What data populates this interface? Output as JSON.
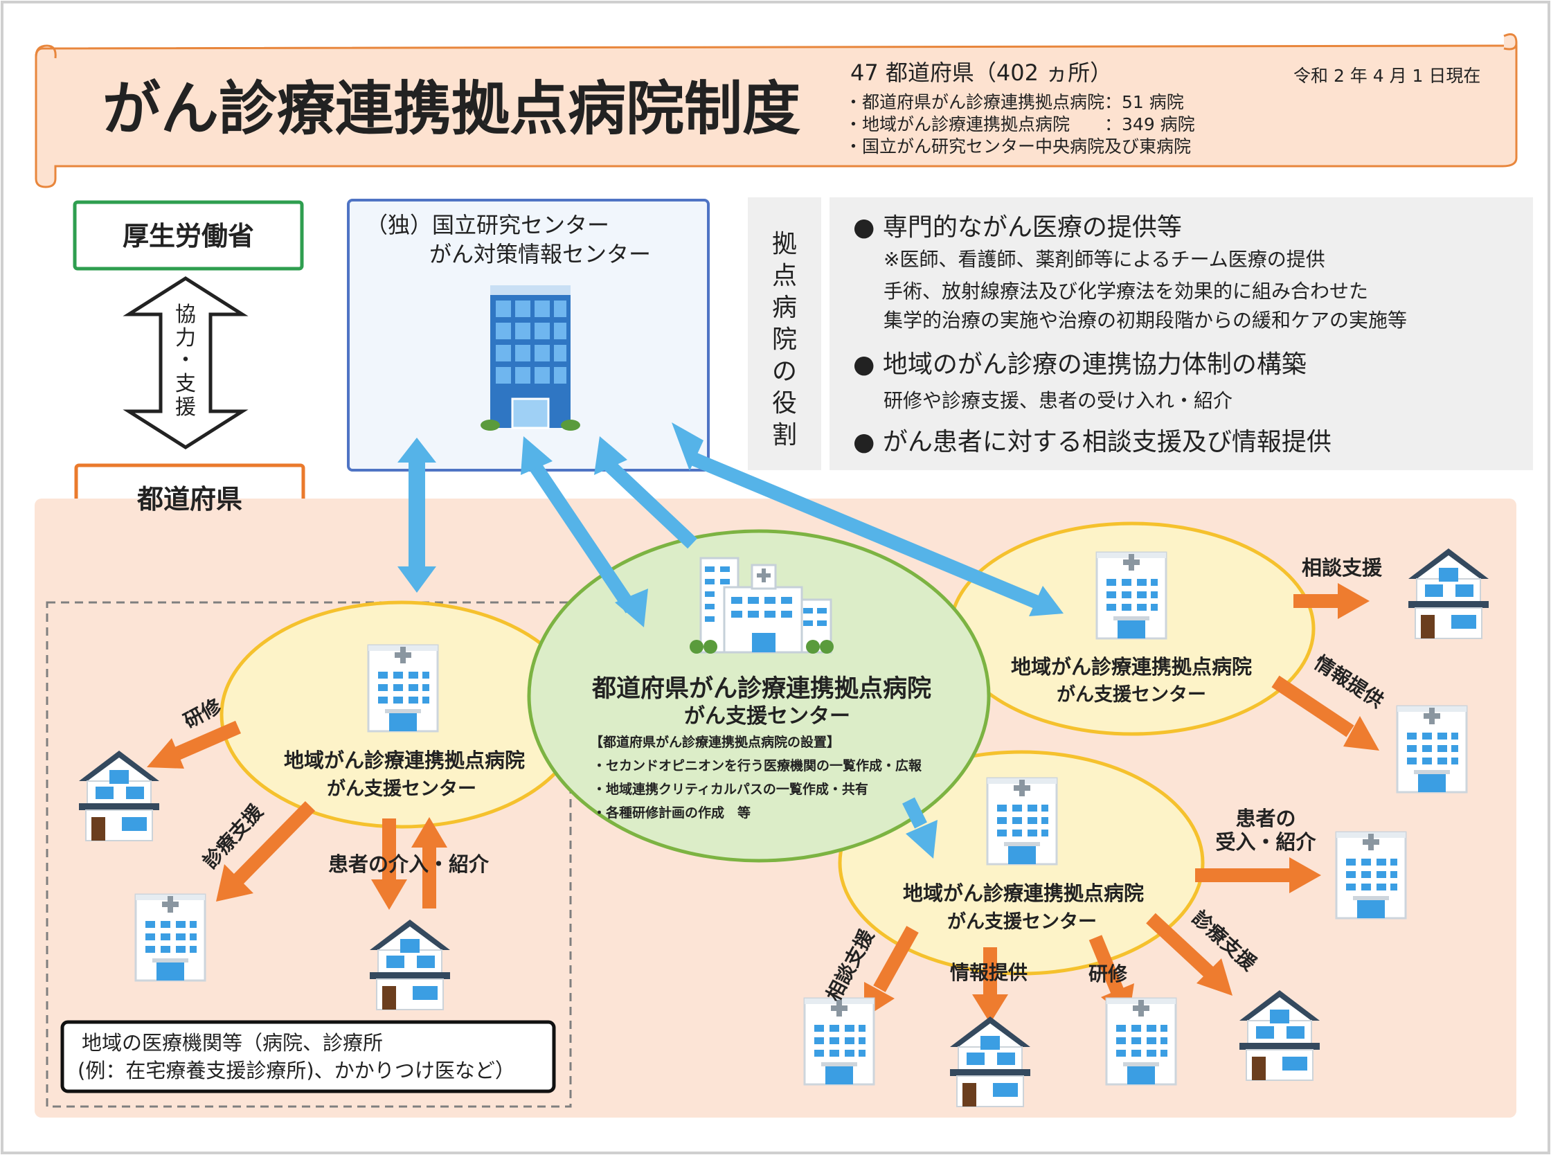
{
  "header": {
    "title": "がん診療連携拠点病院制度",
    "total": "47 都道府県（402 ヵ所）",
    "items": [
      "・都道府県がん診療連携拠点病院：51 病院",
      "・地域がん診療連携拠点病院　　：349 病院",
      "・国立がん研究センター中央病院及び東病院"
    ],
    "date": "令和 2 年 4 月 1 日現在"
  },
  "mhlw": "厚生労働省",
  "prefecture": "都道府県",
  "cooperation": [
    "協",
    "力",
    "・",
    "支",
    "援"
  ],
  "ncc": {
    "line1": "（独）国立研究センター",
    "line2": "がん対策情報センター"
  },
  "roles": {
    "vertical_label": [
      "拠",
      "点",
      "病",
      "院",
      "の",
      "役",
      "割"
    ],
    "r1": "● 専門的ながん医療の提供等",
    "r1_note": "※医師、看護師、薬剤師等によるチーム医療の提供",
    "r1_line1": "手術、放射線療法及び化学療法を効果的に組み合わせた",
    "r1_line2": "集学的治療の実施や治療の初期段階からの緩和ケアの実施等",
    "r2": "● 地域のがん診療の連携協力体制の構築",
    "r2_sub": "研修や診療支援、患者の受け入れ・紹介",
    "r3": "● がん患者に対する相談支援及び情報提供"
  },
  "center": {
    "title": "都道府県がん診療連携拠点病院",
    "sub": "がん支援センター",
    "setup": "【都道府県がん診療連携拠点病院の設置】",
    "items": [
      "・セカンドオピニオンを行う医療機関の一覧作成・広報",
      "・地域連携クリティカルパスの一覧作成・共有",
      "・各種研修計画の作成　等"
    ]
  },
  "regional": {
    "title": "地域がん診療連携拠点病院",
    "sub": "がん支援センター"
  },
  "labels": {
    "training": "研修",
    "clinical_support": "診療支援",
    "patient_intro": "患者の介入・紹介",
    "consult": "相談支援",
    "info": "情報提供",
    "accept1": "患者の",
    "accept2": "受入・紹介"
  },
  "local": {
    "line1": "地域の医療機関等（病院、診療所",
    "line2": "(例：在宅療養支援診療所)、かかりつけ医など）"
  },
  "colors": {
    "header_fill": "#fde2d0",
    "header_border": "#e8863c",
    "mhlw": "#2e9e4f",
    "prefecture": "#ea7a2c",
    "blue_arrow": "#55b3e8",
    "orange_arrow": "#ee7c2f",
    "center_fill": "#dcedc8",
    "regional_fill": "#fdf3c8",
    "regional_text": "#a84aa6",
    "center_text": "#d83a37"
  }
}
